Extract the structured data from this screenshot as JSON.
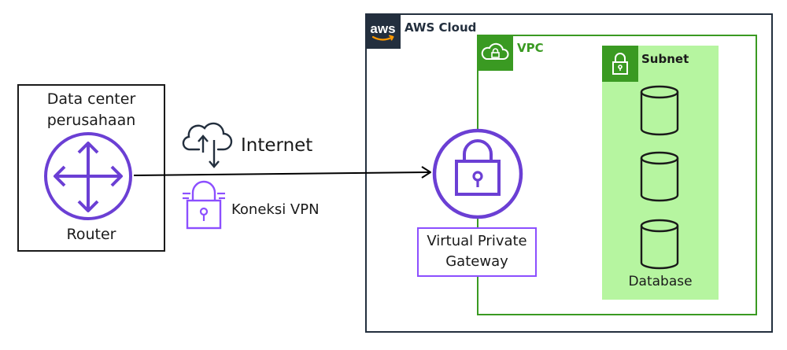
{
  "datacenter": {
    "title_line1": "Data center",
    "title_line2": "perusahaan",
    "router_label": "Router"
  },
  "connection": {
    "internet_label": "Internet",
    "vpn_label": "Koneksi VPN"
  },
  "aws": {
    "logo_text": "aws",
    "cloud_label": "AWS Cloud",
    "vpc_label": "VPC",
    "subnet_label": "Subnet",
    "database_label": "Database",
    "vpg_line1": "Virtual Private",
    "vpg_line2": "Gateway"
  },
  "icons": {
    "router": "router-icon",
    "cloud_transfer": "cloud-upload-download-icon",
    "vpn_lock": "vpn-lock-icon",
    "vpg_lock": "gateway-lock-icon",
    "vpc_cloud": "vpc-cloud-lock-icon",
    "subnet_lock": "subnet-lock-icon",
    "database": "database-cylinder-icon"
  },
  "colors": {
    "aws_dark": "#232f3e",
    "vpc_green": "#3a9a22",
    "subnet_fill": "#b6f5a0",
    "purple": "#8c4fff",
    "dark_purple": "#6b3fd4"
  }
}
